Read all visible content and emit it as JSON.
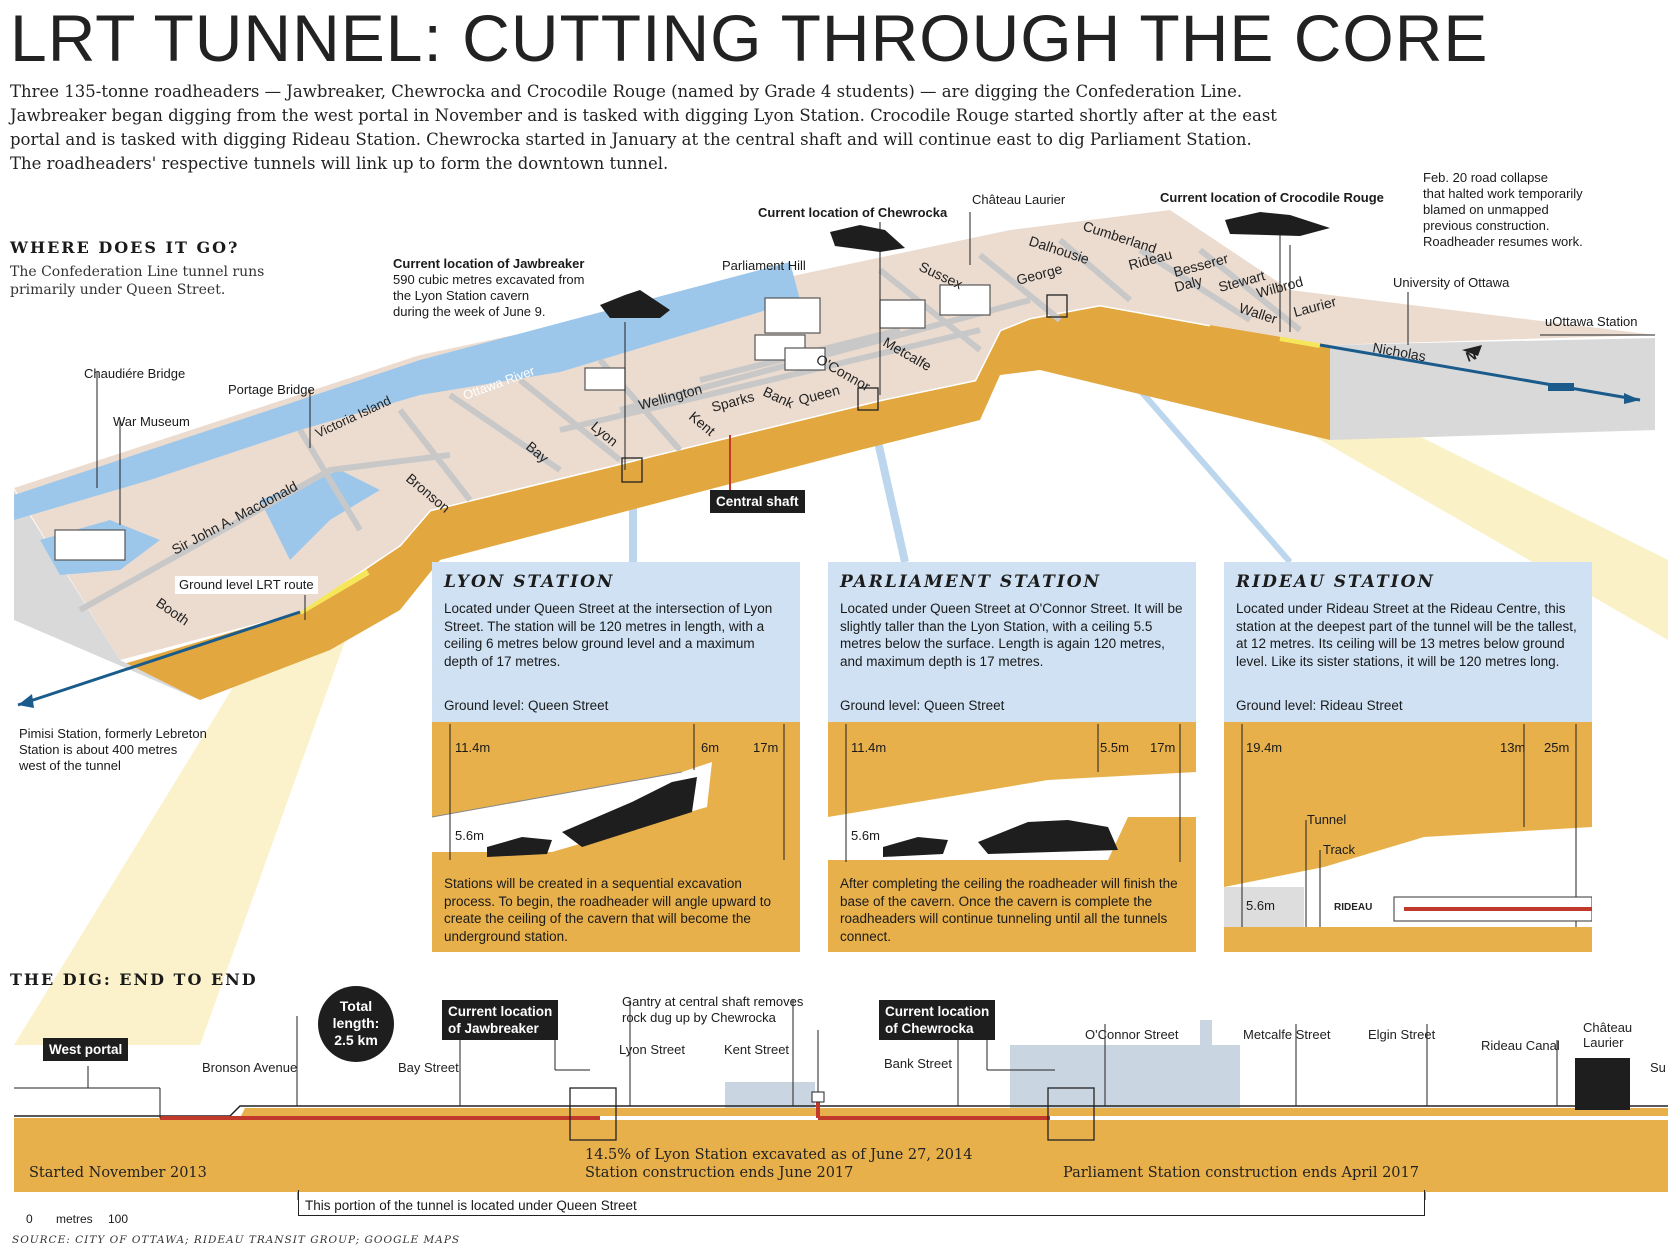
{
  "title": "LRT TUNNEL: CUTTING THROUGH THE CORE",
  "intro": [
    "Three 135-tonne roadheaders — Jawbreaker, Chewrocka and Crocodile Rouge (named by Grade 4 students) — are digging the Confederation Line.",
    "Jawbreaker began digging from the west portal in November and is tasked with digging Lyon Station. Crocodile Rouge started shortly after at the east",
    "portal and is tasked with digging Rideau Station. Chewrocka started in January at the central shaft and will continue east to dig Parliament Station.",
    "The roadheaders' respective tunnels will link up to form the downtown tunnel."
  ],
  "where": {
    "heading": "WHERE DOES IT GO?",
    "sub": [
      "The Confederation Line tunnel runs",
      "primarily under Queen Street."
    ]
  },
  "map": {
    "labels": {
      "chaudiere": "Chaudiére Bridge",
      "portage": "Portage Bridge",
      "war_museum": "War Museum",
      "victoria": "Victoria Island",
      "ottawa_river": "Ottawa River",
      "macdonald": "Sir John A. Macdonald",
      "bronson": "Bronson",
      "bay": "Bay",
      "lyon": "Lyon",
      "kent": "Kent",
      "wellington": "Wellington",
      "sparks": "Sparks",
      "bank": "Bank",
      "queen": "Queen",
      "oconnor": "O'Connor",
      "metcalfe": "Metcalfe",
      "sussex": "Sussex",
      "george": "George",
      "dalhousie": "Dalhousie",
      "cumberland": "Cumberland",
      "rideau": "Rideau",
      "besserer": "Besserer",
      "daly": "Daly",
      "stewart": "Stewart",
      "wilbrod": "Wilbrod",
      "waller": "Waller",
      "laurier": "Laurier",
      "nicholas": "Nicholas",
      "booth": "Booth",
      "north": "N",
      "parliament_hill": "Parliament Hill",
      "chateau_laurier": "Château Laurier",
      "uottawa": "University of Ottawa",
      "uottawa_station": "uOttawa Station",
      "ground_route": "Ground level LRT route",
      "central_shaft": "Central shaft"
    },
    "jaw_title": "Current location of Jawbreaker",
    "jaw_lines": [
      "590 cubic metres excavated from",
      "the Lyon Station cavern",
      "during the week of June 9."
    ],
    "chew_title": "Current location of Chewrocka",
    "croc_title": "Current location of Crocodile Rouge",
    "collapse": [
      "Feb. 20 road collapse",
      "that halted work temporarily",
      "blamed on unmapped",
      "previous construction.",
      "Roadheader resumes work."
    ],
    "pimisi": [
      "Pimisi Station, formerly Lebreton",
      "Station is about 400 metres",
      "west of the tunnel"
    ]
  },
  "panels": [
    {
      "title": "LYON STATION",
      "text": "Located under Queen Street at the intersection of Lyon Street. The station will be 120 metres in length, with a ceiling 6 metres below ground level and a maximum depth of 17 metres.",
      "ground": "Ground level: Queen Street",
      "dims": [
        "11.4m",
        "6m",
        "17m",
        "5.6m"
      ],
      "bottom": "Stations will be created in a sequential excavation process. To begin, the roadheader will angle upward to create the ceiling of the cavern that will become the underground station."
    },
    {
      "title": "PARLIAMENT STATION",
      "text": "Located under Queen Street at O'Connor Street. It will be slightly taller than the Lyon Station, with a ceiling 5.5 metres below the surface. Length is again 120 metres, and maximum depth is 17 metres.",
      "ground": "Ground level: Queen Street",
      "dims": [
        "11.4m",
        "5.5m",
        "17m",
        "5.6m"
      ],
      "bottom": "After completing the ceiling the roadheader will finish the base of the cavern. Once the cavern is complete the roadheaders will continue tunneling until all the tunnels connect."
    },
    {
      "title": "RIDEAU STATION",
      "text": "Located under Rideau Street at the Rideau Centre, this station at the deepest part of the tunnel will be the tallest, at 12 metres. Its ceiling will be 13 metres below ground level. Like its sister stations, it will be 120 metres long.",
      "ground": "Ground level: Rideau Street",
      "dims": [
        "19.4m",
        "13m",
        "25m",
        "5.6m"
      ],
      "tunnel": "Tunnel",
      "track": "Track",
      "train": "RIDEAU"
    }
  ],
  "dig": {
    "heading": "THE DIG: END TO END",
    "total": [
      "Total",
      "length:",
      "2.5 km"
    ],
    "west_portal": "West portal",
    "cur_jaw": [
      "Current location",
      "of Jawbreaker"
    ],
    "cur_chew": [
      "Current location",
      "of Chewrocka"
    ],
    "gantry": [
      "Gantry at central shaft removes",
      "rock dug up by Chewrocka"
    ],
    "streets": {
      "bronson": "Bronson Avenue",
      "bay": "Bay Street",
      "lyon": "Lyon Street",
      "kent": "Kent Street",
      "bank": "Bank Street",
      "oconnor": "O'Connor Street",
      "metcalfe": "Metcalfe Street",
      "elgin": "Elgin Street",
      "canal": "Rideau Canal",
      "chateau": [
        "Château",
        "Laurier"
      ],
      "su": "Su"
    },
    "started": "Started November 2013",
    "lyon_status": [
      "14.5% of Lyon Station excavated as of June 27, 2014",
      "Station construction ends June 2017"
    ],
    "parl_status": "Parliament Station construction ends April 2017",
    "queen_note": "This portion of the tunnel is located under Queen Street",
    "scale": [
      "0",
      "metres",
      "100"
    ]
  },
  "source": "SOURCE: CITY OF OTTAWA; RIDEAU TRANSIT GROUP; GOOGLE MAPS",
  "colors": {
    "earth": "#e7b04a",
    "sky": "#cfe1f3",
    "map": "#ecdcd0",
    "water": "#9cc7ea",
    "route": "#c0392b",
    "ground_line": "#1b5b8c"
  }
}
